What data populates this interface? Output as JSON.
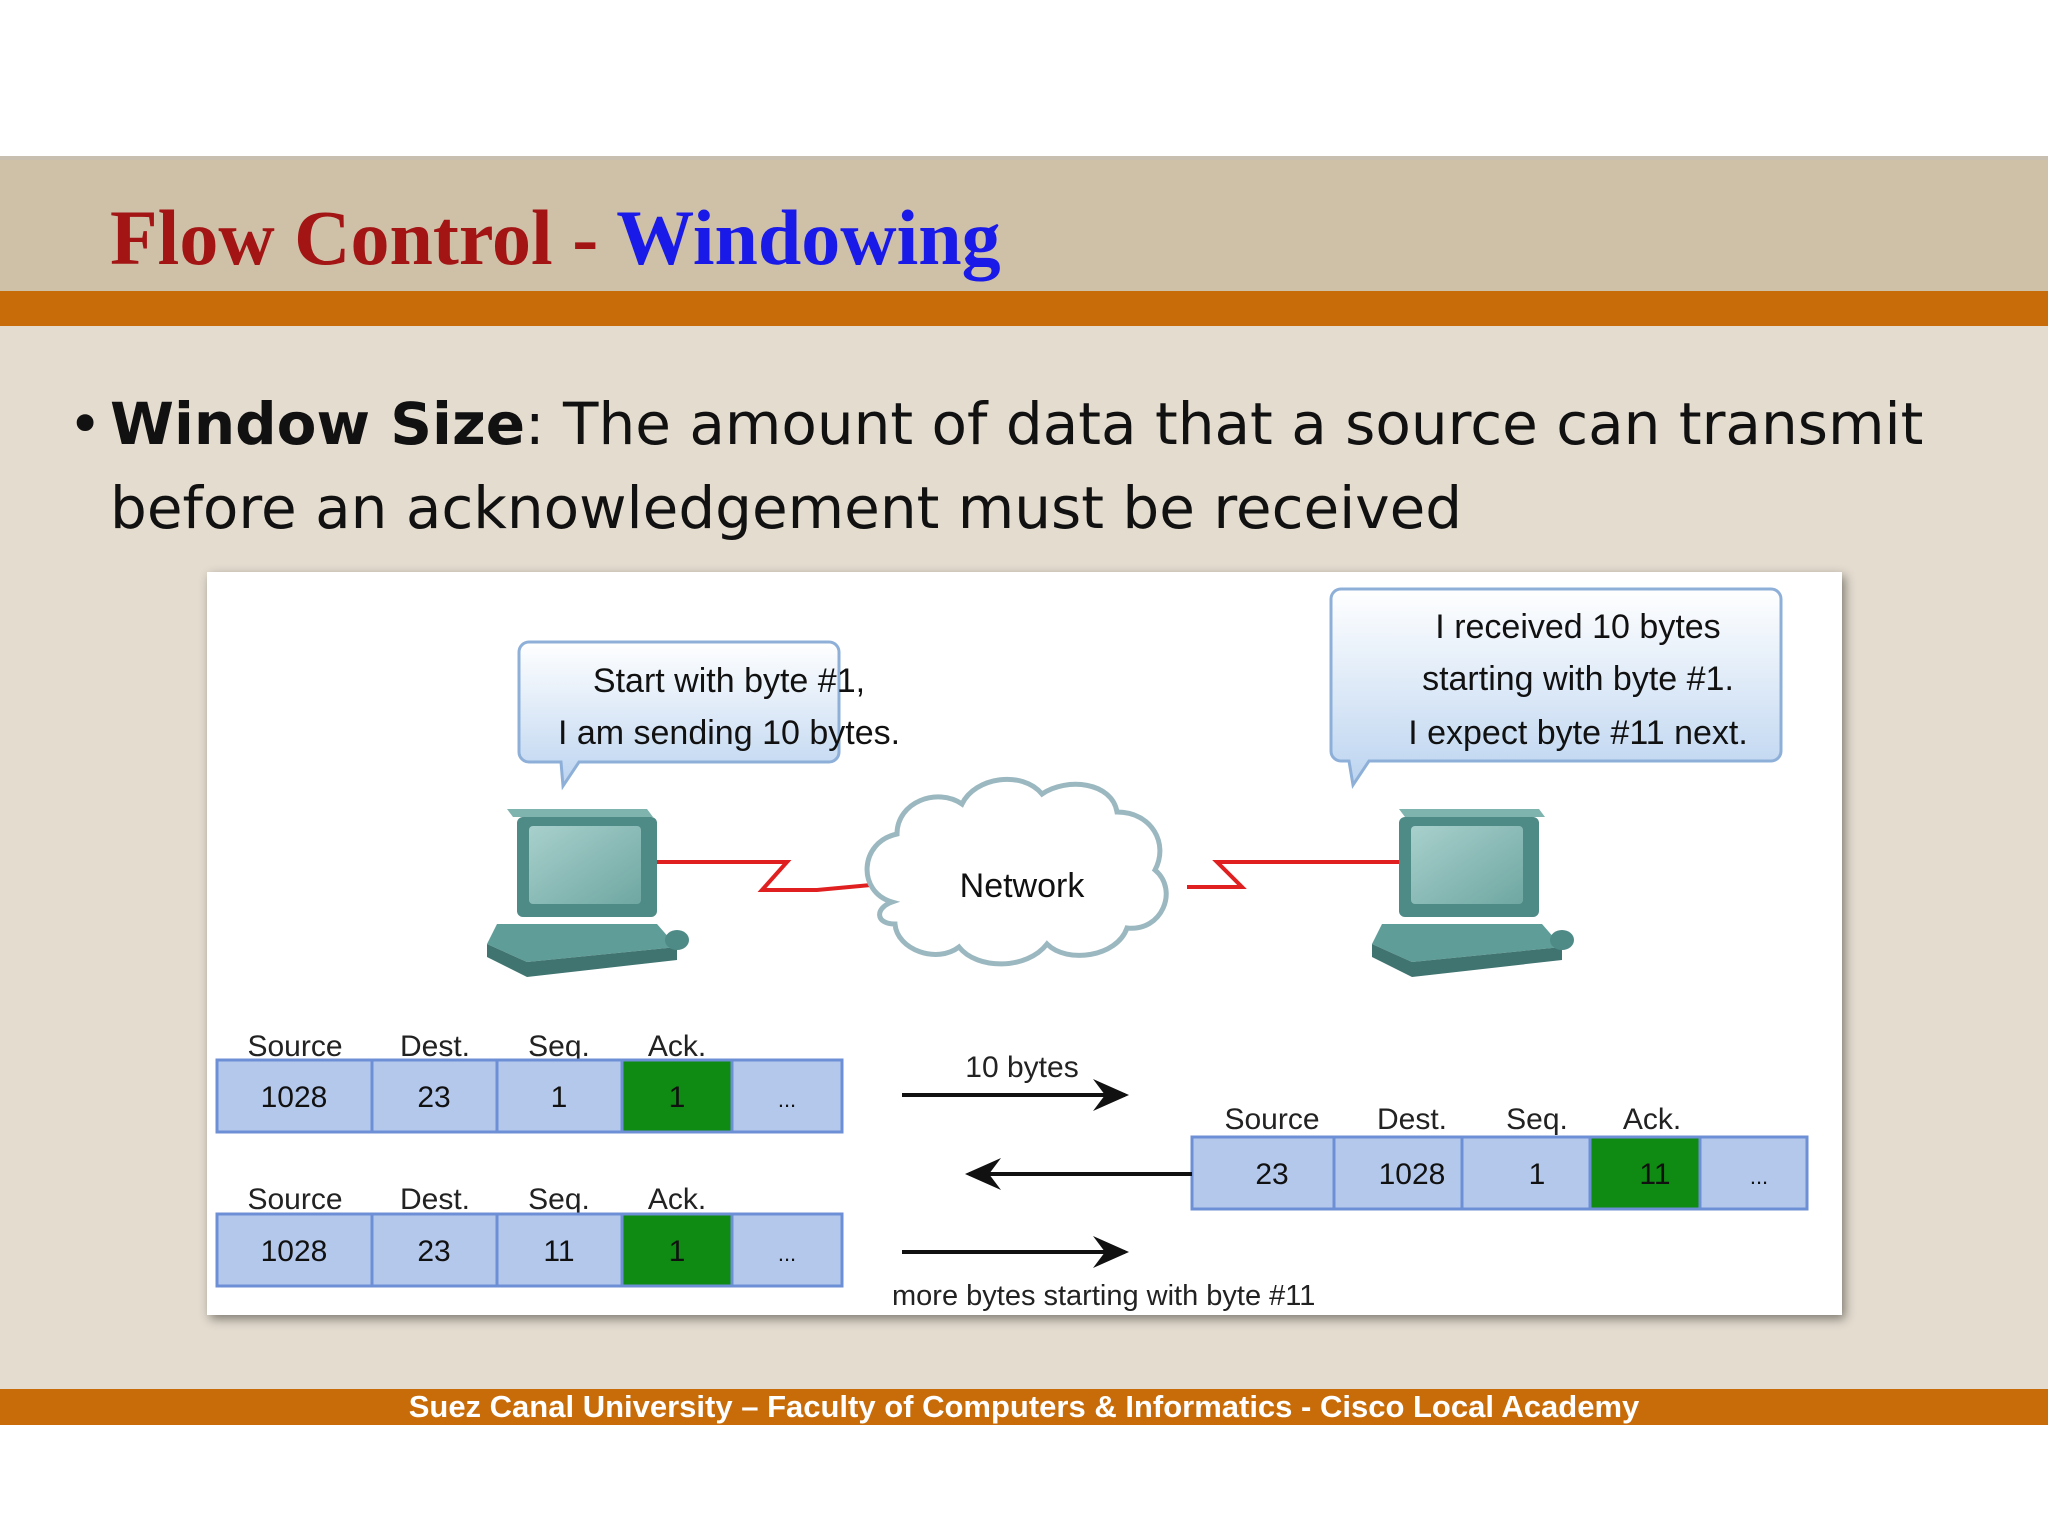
{
  "slide": {
    "title_part1": "Flow Control - ",
    "title_part2": "Windowing",
    "bullet_term": "Window Size",
    "bullet_text": ": The amount of data that a source can transmit before an acknowledgement must be received",
    "footer": "Suez Canal University – Faculty of Computers & Informatics - Cisco Local Academy"
  },
  "diagram": {
    "sender_bubble": [
      "Start with byte #1,",
      "I am sending 10 bytes."
    ],
    "receiver_bubble": [
      "I received 10 bytes",
      "starting with byte #1.",
      "I expect byte #11 next."
    ],
    "network_label": "Network",
    "arrow1_label": "10 bytes",
    "arrow3_label": "more bytes starting with byte #11",
    "segments": {
      "headers": [
        "Source",
        "Dest.",
        "Seq.",
        "Ack."
      ],
      "first": [
        "1028",
        "23",
        "1",
        "1",
        "..."
      ],
      "reply": [
        "23",
        "1028",
        "1",
        "11",
        "..."
      ],
      "second": [
        "1028",
        "23",
        "11",
        "1",
        "..."
      ]
    },
    "colors": {
      "field_fill": "#b4c8ec",
      "field_border": "#6d8fd6",
      "ack_fill": "#0f8a12",
      "link_red": "#e02020",
      "computer": "#4e8a86"
    }
  }
}
